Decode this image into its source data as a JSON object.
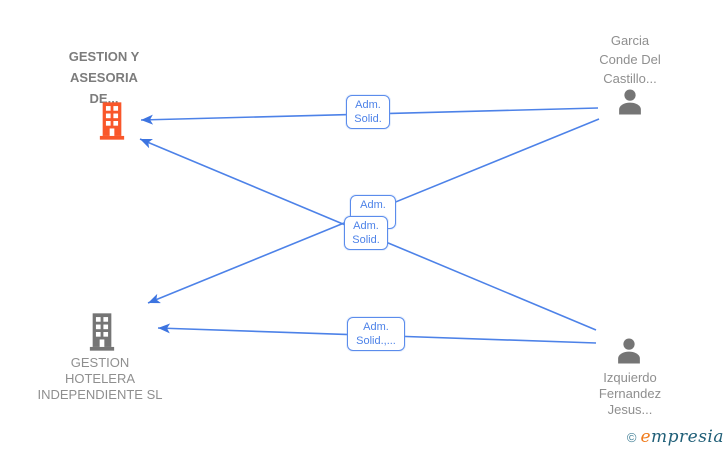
{
  "diagram": {
    "nodes": {
      "company_main": {
        "lines": [
          "GESTION Y",
          "ASESORIA",
          "DE..."
        ]
      },
      "person_garcia": {
        "lines": [
          "Garcia",
          "Conde Del",
          "Castillo..."
        ]
      },
      "company_hotelera": {
        "lines": [
          "GESTION",
          "HOTELERA",
          "INDEPENDIENTE SL"
        ]
      },
      "person_izquierdo": {
        "lines": [
          "Izquierdo",
          "Fernandez",
          "Jesus..."
        ]
      }
    },
    "edge_labels": {
      "garcia_to_main": {
        "lines": [
          "Adm.",
          "Solid."
        ]
      },
      "garcia_to_hotelera": {
        "lines": [
          "Adm."
        ]
      },
      "izquierdo_to_main": {
        "lines": [
          "Adm.",
          "Solid."
        ]
      },
      "izquierdo_to_hotelera": {
        "lines": [
          "Adm.",
          "Solid.,..."
        ]
      }
    },
    "colors": {
      "edge_blue": "#4d82e8",
      "label_border_blue": "#5b8cec",
      "company_main_orange": "#f9572a",
      "icon_gray": "#757575",
      "node_text_gray": "#8f8f8f"
    }
  },
  "watermark": {
    "copyright_symbol": "©",
    "brand_first_letter": "e",
    "brand_rest": "mpresia"
  }
}
